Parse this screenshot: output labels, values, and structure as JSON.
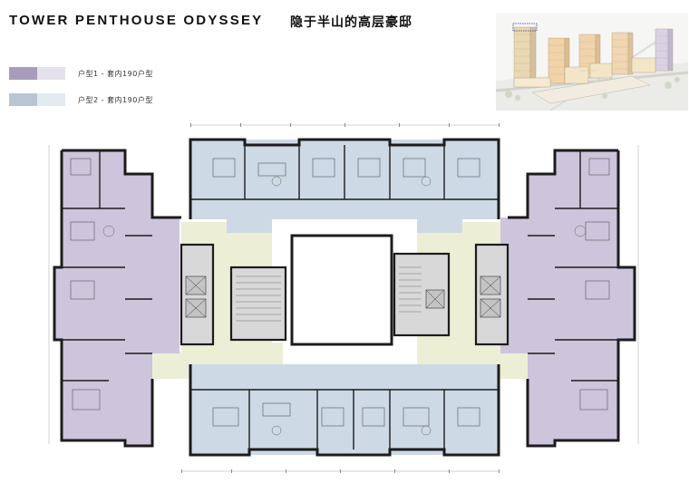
{
  "header": {
    "title_en": "TOWER PENTHOUSE ODYSSEY",
    "title_cn": "隐于半山的高层豪邸"
  },
  "legend": [
    {
      "label": "户型1 - 套内190户型",
      "color_a": "#a89cba",
      "color_b": "#e4e0ec"
    },
    {
      "label": "户型2 - 套内190户型",
      "color_a": "#b8c6d4",
      "color_b": "#e3ebf2"
    }
  ],
  "colors": {
    "unit1": "#ccc5dc",
    "unit2": "#cdd9e4",
    "corridor": "#ecefd6",
    "wall": "#1c1c1c",
    "core": "#d8d8d8"
  }
}
